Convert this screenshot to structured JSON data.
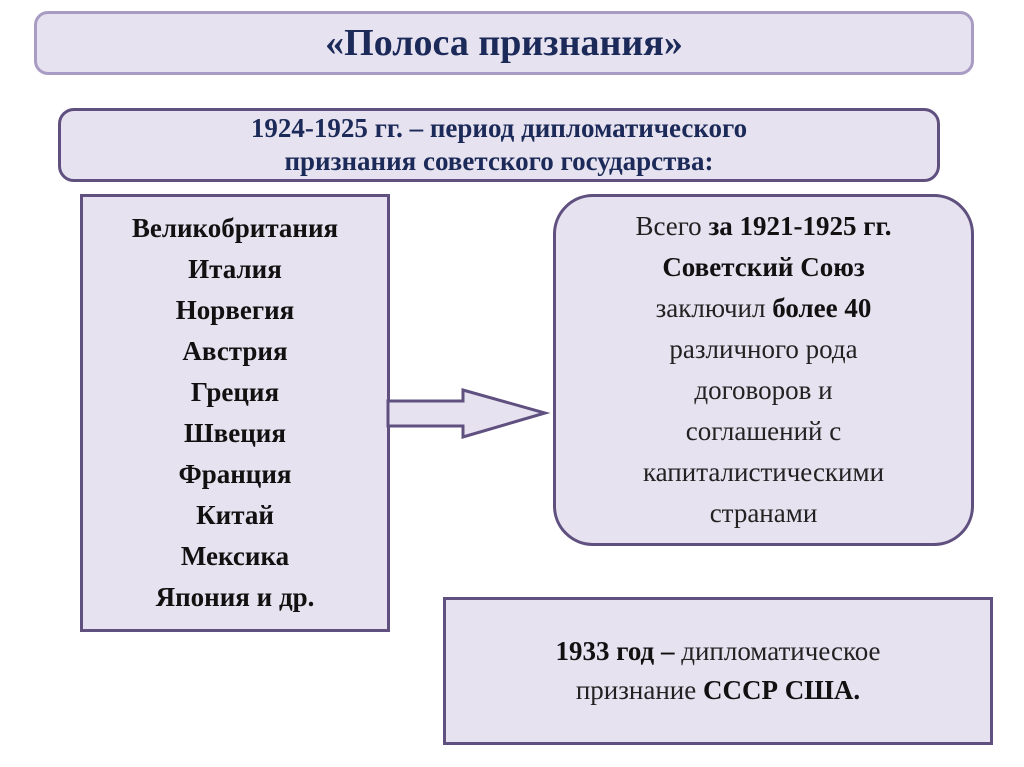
{
  "title": "«Полоса признания»",
  "period": {
    "line1": "1924-1925 гг. – период дипломатического",
    "line2": "признания советского государства:"
  },
  "countries": [
    "Великобритания",
    "Италия",
    "Норвегия",
    "Австрия",
    "Греция",
    "Швеция",
    "Франция",
    "Китай",
    "Мексика",
    "Япония и др."
  ],
  "summary": {
    "p1": "Всего ",
    "b1": "за 1921-1925 гг.",
    "b2": "Советский Союз",
    "p2": "заключил ",
    "b3": "более 40",
    "p3": "различного рода",
    "p4": "договоров и",
    "p5": "соглашений с",
    "p6": "капиталистическими",
    "p7": "странами"
  },
  "usa": {
    "b1": "1933 год –",
    "p1": " дипломатическое",
    "p2": "признание ",
    "b2": "СССР США."
  }
}
